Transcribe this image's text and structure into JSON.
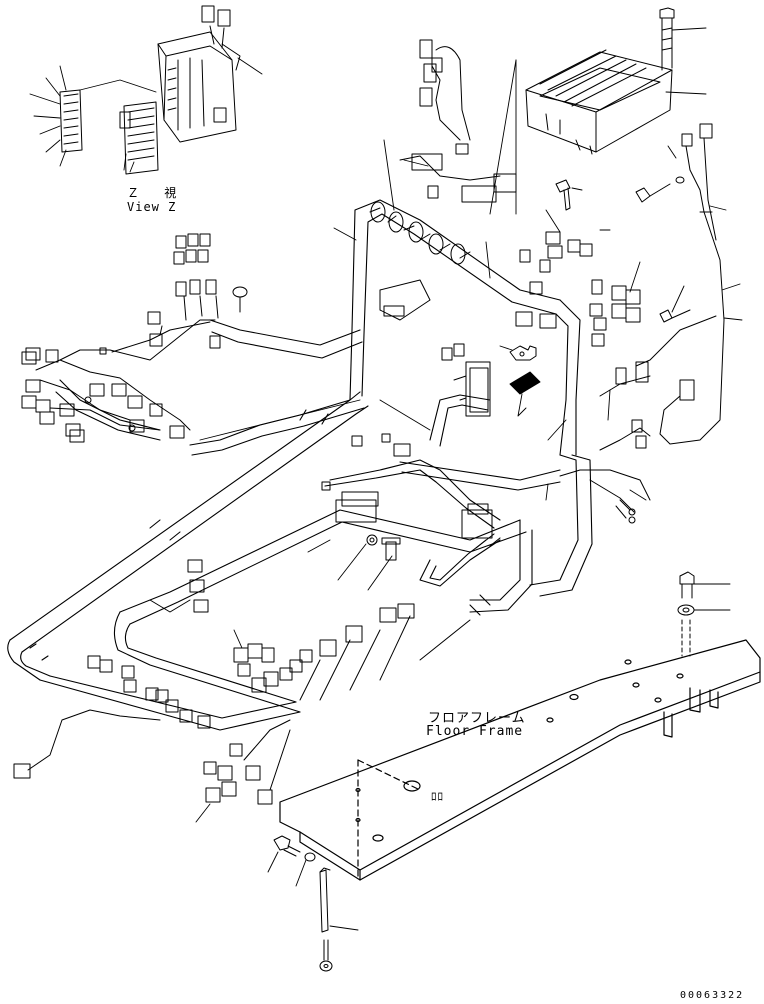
{
  "labels": {
    "view_z_jp": "Ｚ 視",
    "view_z_en": "View Z",
    "floor_frame_jp": "フロアフレーム",
    "floor_frame_en": "Floor Frame",
    "doc_number": "00063322",
    "small_mark": "ﾛﾛ"
  },
  "colors": {
    "line": "#000000",
    "background": "#ffffff"
  }
}
